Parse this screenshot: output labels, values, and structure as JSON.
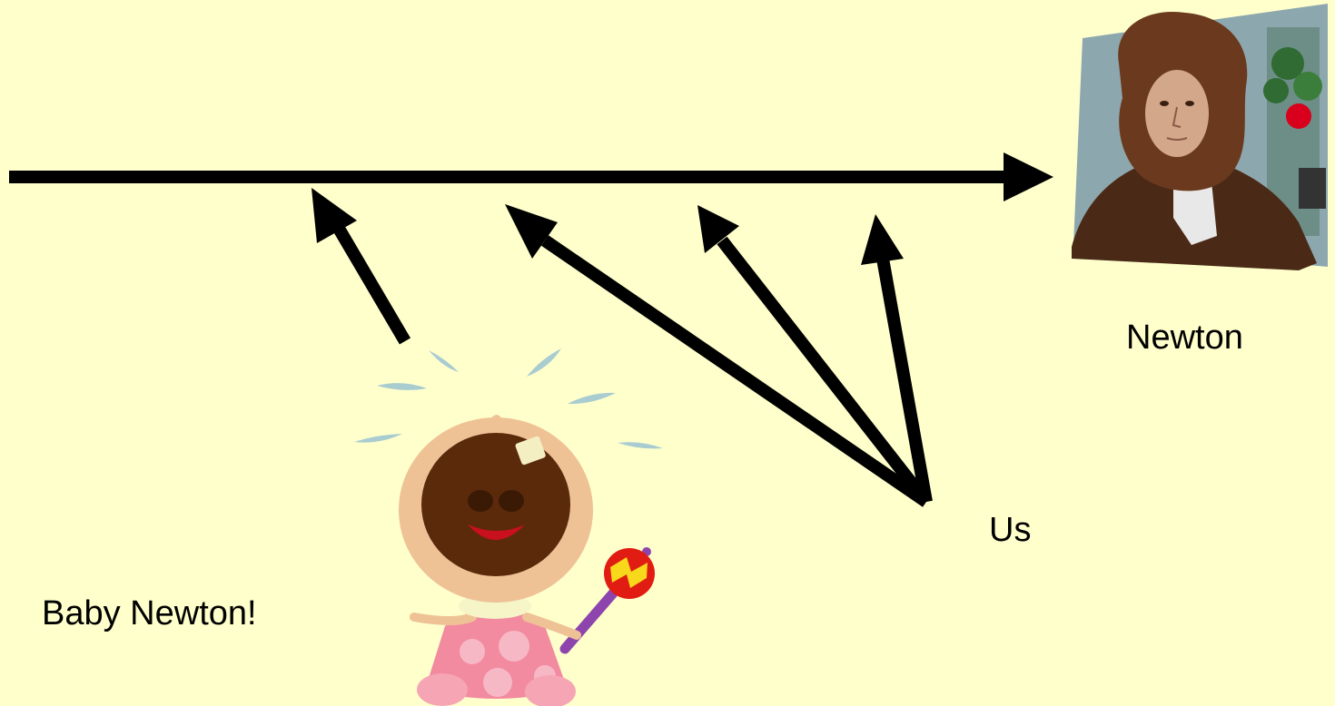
{
  "colors": {
    "background": "#FFFFCC",
    "arrows": "#000000",
    "labels": "#000000"
  },
  "labels": {
    "newton": "Newton",
    "us": "Us",
    "baby": "Baby Newton!"
  },
  "illustrations": {
    "newton_portrait": "isaac-newton-portrait-with-apple-tree",
    "baby": "crying-baby-with-rattle"
  }
}
